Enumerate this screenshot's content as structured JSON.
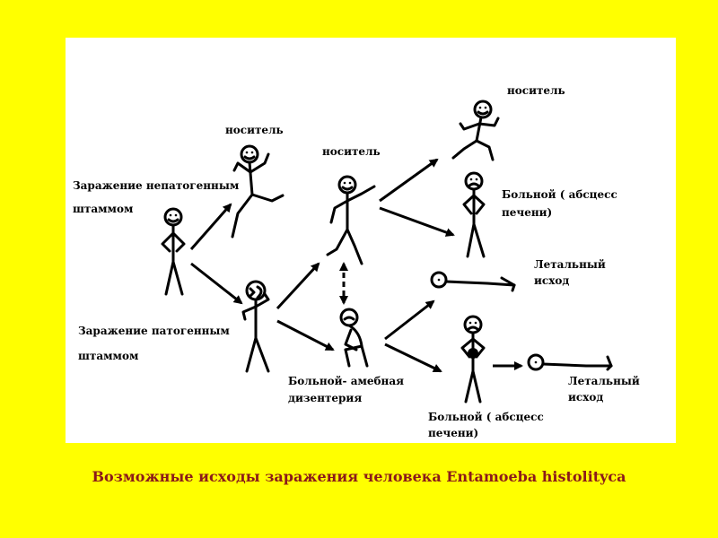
{
  "labels": {
    "infection_nonpathogenic_line1": "Заражение непатогенным",
    "infection_nonpathogenic_line2": "штаммом",
    "carrier_1": "носитель",
    "carrier_2": "носитель",
    "carrier_3": "носитель",
    "patient_liver_abscess_top_line1": "Больной ( абсцесс",
    "patient_liver_abscess_top_line2": "печени)",
    "lethal_top_line1": "Летальный",
    "lethal_top_line2": "исход",
    "infection_pathogenic_line1": "Заражение патогенным",
    "infection_pathogenic_line2": "штаммом",
    "patient_amoebic_dysentery_line1": "Больной- амебная",
    "patient_amoebic_dysentery_line2": "дизентерия",
    "patient_liver_abscess_bottom_line1": "Больной ( абсцесс",
    "patient_liver_abscess_bottom_line2": "печени)",
    "lethal_bottom_line1": "Летальный",
    "lethal_bottom_line2": "исход"
  },
  "caption": "Возможные исходы заражения человека Entamoeba histolityca",
  "colors": {
    "background": "#FFFF00",
    "panel": "#FFFFFF",
    "caption": "#8B1A1A"
  }
}
